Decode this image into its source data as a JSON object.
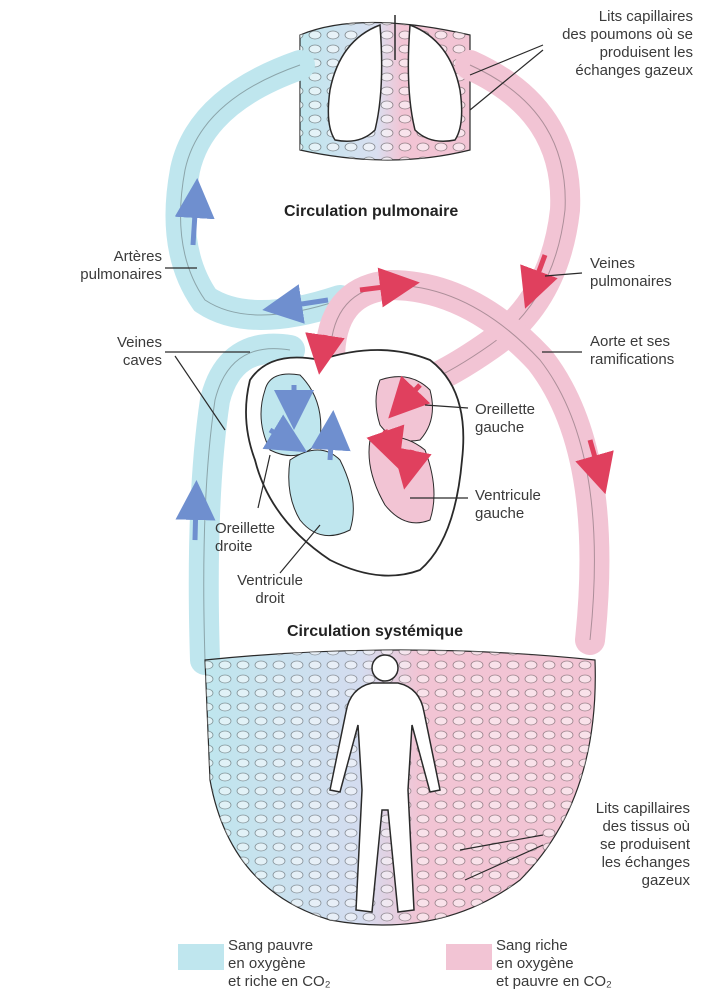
{
  "colors": {
    "deoxygenated": "#bfe6ee",
    "deoxygenated_dark": "#7fb7d0",
    "oxygenated": "#f2c4d4",
    "oxygenated_dark": "#e8789c",
    "arrow_blue": "#6f8fcf",
    "arrow_red": "#e0405e",
    "outline": "#2a2a2a"
  },
  "icons": {
    "lungs": "lungs-icon",
    "heart": "heart-icon",
    "human": "human-figure-icon"
  },
  "titles": {
    "pulmonary": "Circulation pulmonaire",
    "systemic": "Circulation systémique"
  },
  "labels": {
    "lung_capillaries": "Lits capillaires\ndes poumons où se\nproduisent les\néchanges gazeux",
    "pulmonary_arteries": "Artères\npulmonaires",
    "pulmonary_veins": "Veines\npulmonaires",
    "vena_cava": "Veines\ncaves",
    "aorta": "Aorte et ses\nramifications",
    "left_atrium": "Oreillette\ngauche",
    "left_ventricle": "Ventricule\ngauche",
    "right_atrium": "Oreillette\ndroite",
    "right_ventricle": "Ventricule\ndroit",
    "tissue_capillaries": "Lits capillaires\ndes tissus où\nse produisent\nles échanges\ngazeux"
  },
  "legend": {
    "poor": "Sang pauvre\nen oxygène\net riche en CO₂",
    "rich": "Sang riche\nen oxygène\net pauvre en CO₂"
  }
}
